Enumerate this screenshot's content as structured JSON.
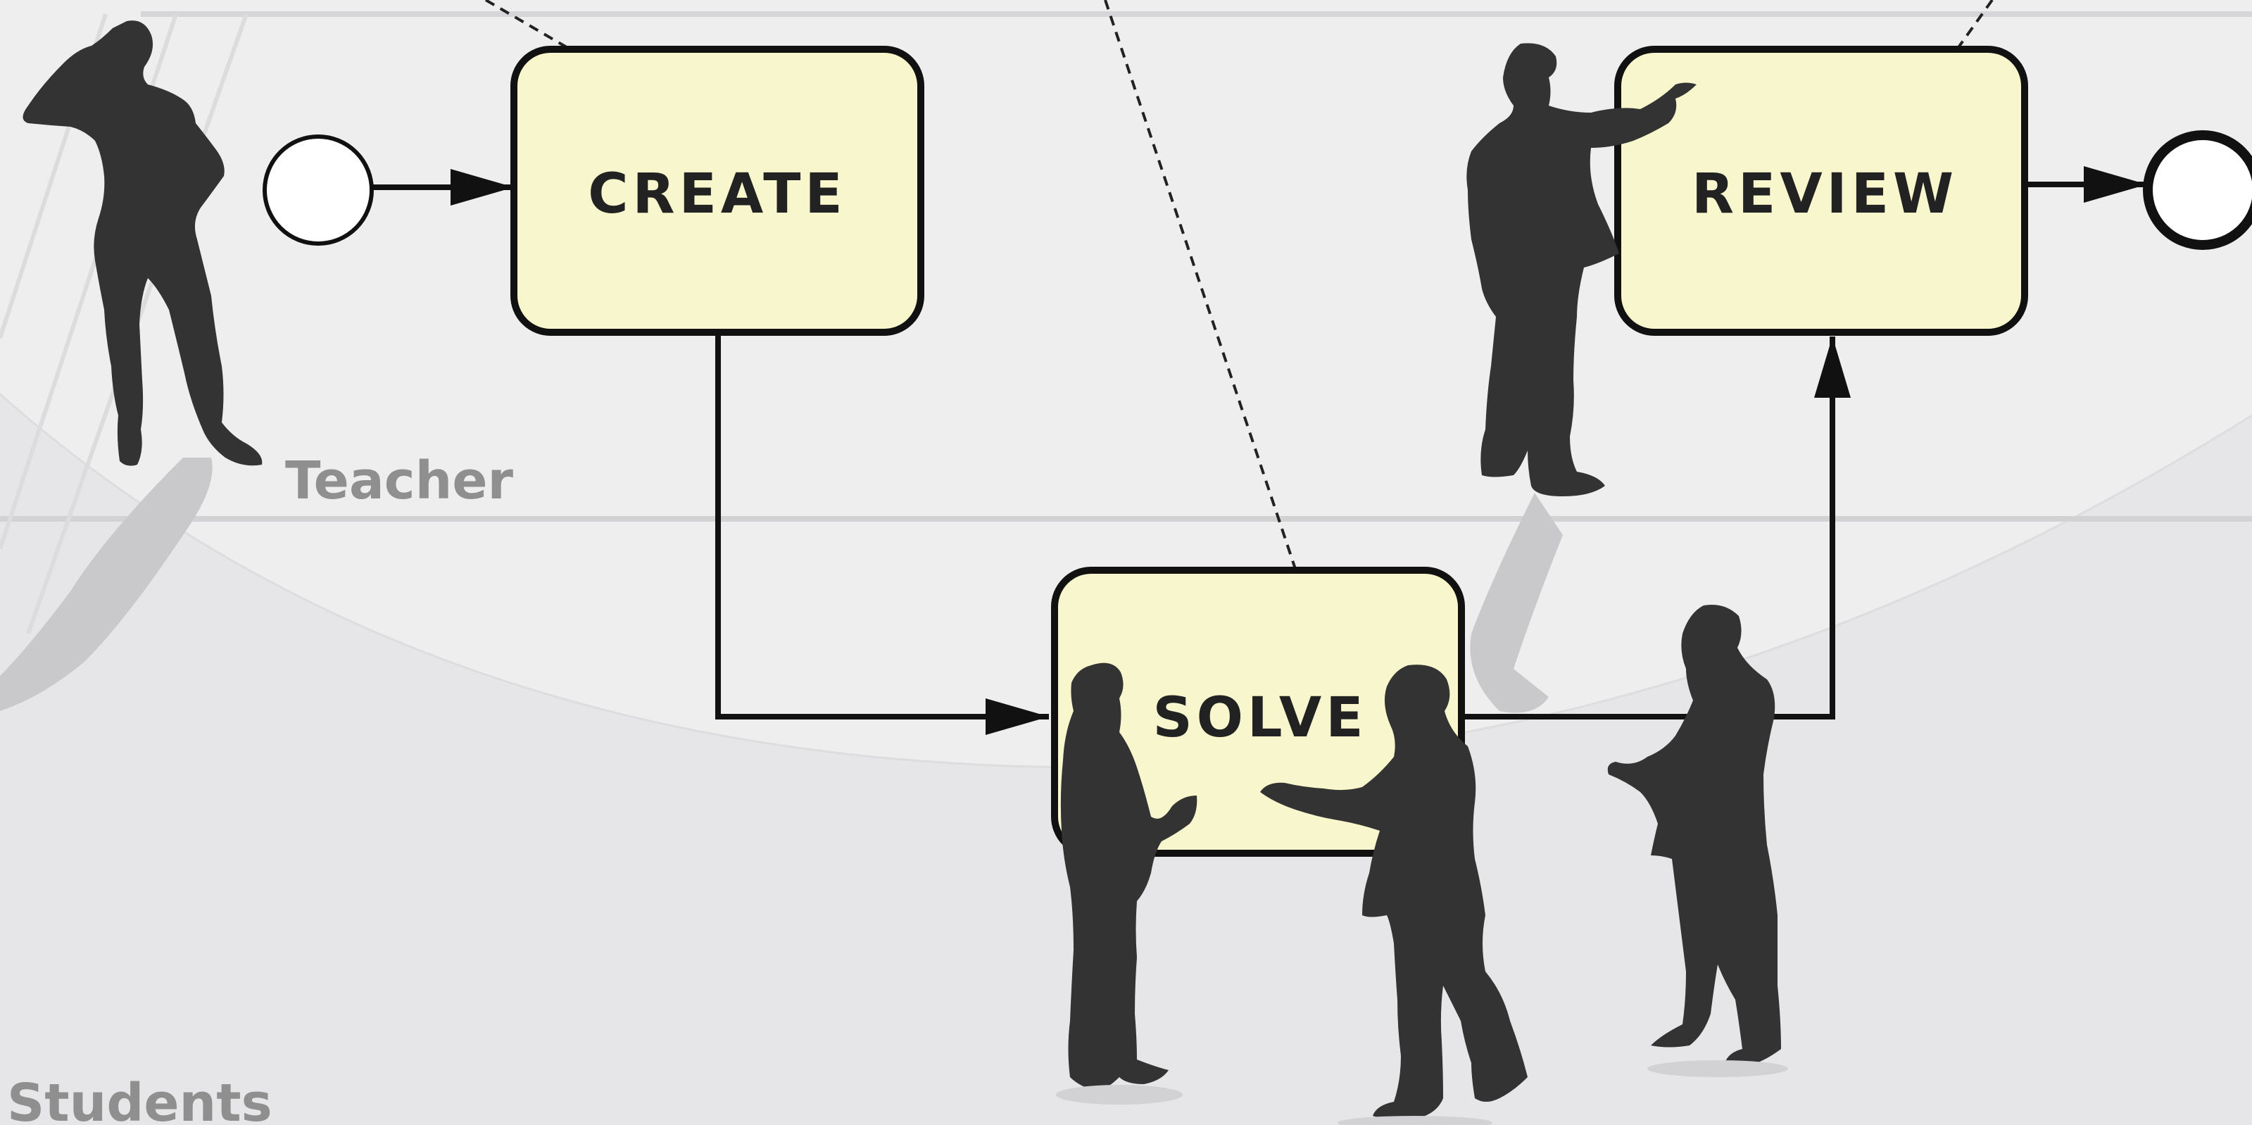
{
  "lanes": [
    {
      "label": "Teacher"
    },
    {
      "label": "Students"
    }
  ],
  "tasks": [
    {
      "label": "CREATE"
    },
    {
      "label": "SOLVE"
    },
    {
      "label": "REVIEW"
    }
  ],
  "events": {
    "start": "start-event",
    "end": "end-event"
  },
  "colors": {
    "background_top": "#ededee",
    "background_bottom": "#e4e4e6",
    "task_fill": "#f8f6cc",
    "task_stroke": "#111111",
    "silhouette": "#333333",
    "lane_label": "#8f8f8f"
  }
}
